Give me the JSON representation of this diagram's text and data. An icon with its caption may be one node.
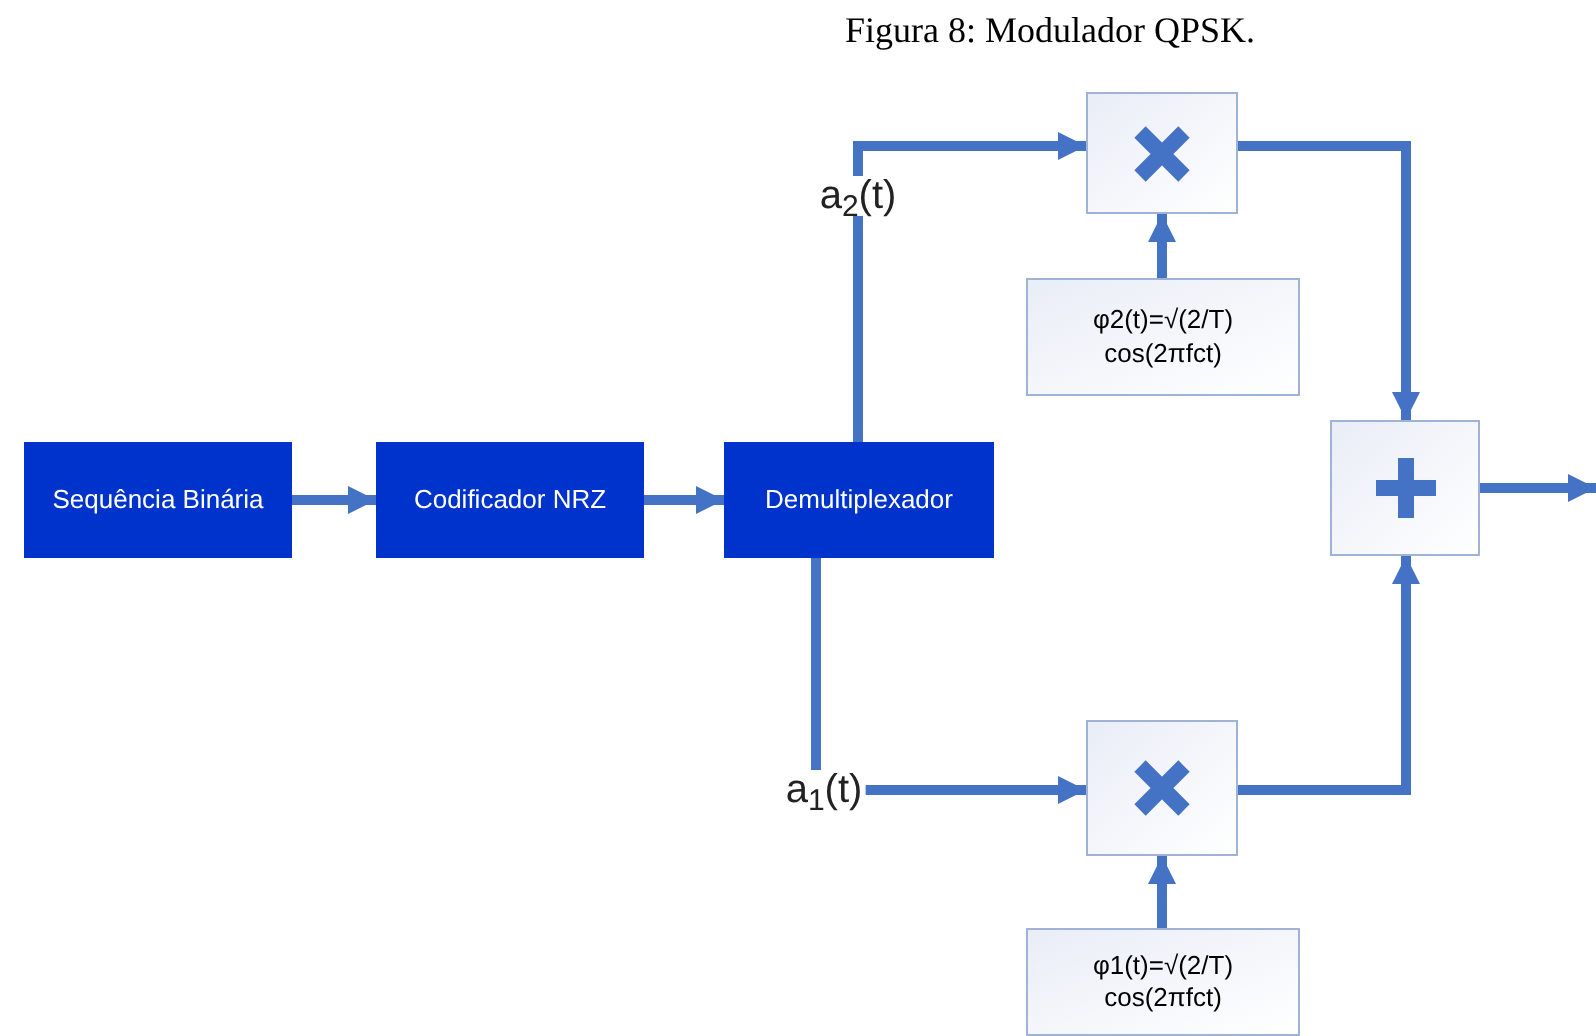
{
  "diagram": {
    "title": "Figura 8: Modulador QPSK.",
    "nodes": [
      {
        "text": [
          "Sequência Binária"
        ]
      },
      {
        "text": [
          "Codificador NRZ"
        ]
      },
      {
        "text": [
          "Demultiplexador"
        ]
      },
      {
        "text": [],
        "shape": "box"
      },
      {
        "text": [
          "φ2(t)=√(2/T) cos(2πfct)"
        ]
      },
      {
        "text": [],
        "shape": "box"
      },
      {
        "text": [],
        "shape": "box"
      },
      {
        "text": [
          "φ1(t)=√(2/T) cos(2πfct)"
        ]
      }
    ],
    "edges": [
      {
        "from": 0,
        "to": 1,
        "arrow": "to"
      },
      {
        "from": 1,
        "to": 2,
        "arrow": "to"
      },
      {
        "from": 2,
        "to": 3,
        "arrow": "to",
        "label": "a$_{2}$(t)"
      },
      {
        "from": 2,
        "to": 6,
        "arrow": "to",
        "label": "a$_{1}$(t)"
      },
      {
        "from": 4,
        "to": 3,
        "arrow": "to"
      },
      {
        "from": 7,
        "to": 6,
        "arrow": "to"
      },
      {
        "from": 3,
        "to": 5,
        "arrow": "to"
      },
      {
        "from": 6,
        "to": 5,
        "arrow": "to"
      },
      {
        "from": 5,
        "to": null,
        "arrow": "to"
      }
    ]
  }
}
